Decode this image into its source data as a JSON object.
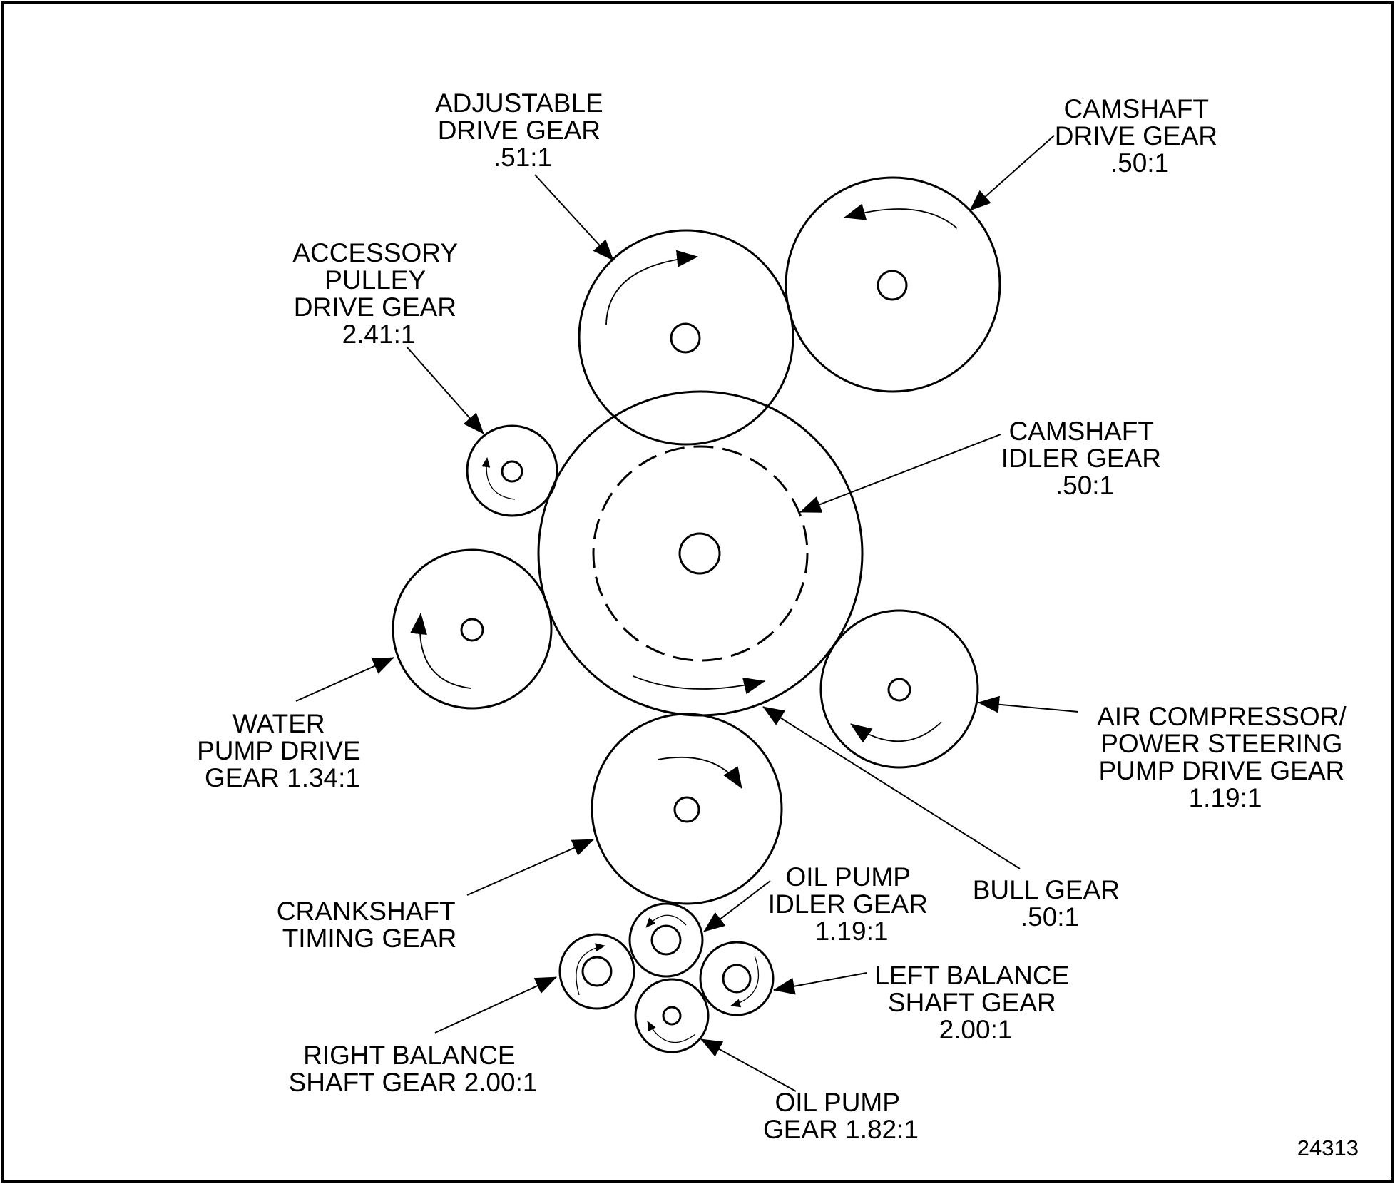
{
  "figure_number": "24313",
  "labels": {
    "adjustable_drive_gear": [
      "ADJUSTABLE",
      "DRIVE GEAR",
      ".51:1"
    ],
    "camshaft_drive_gear": [
      "CAMSHAFT",
      "DRIVE GEAR",
      ".50:1"
    ],
    "accessory_pulley_drive_gear": [
      "ACCESSORY",
      "PULLEY",
      "DRIVE GEAR",
      "2.41:1"
    ],
    "camshaft_idler_gear": [
      "CAMSHAFT",
      "IDLER GEAR",
      ".50:1"
    ],
    "water_pump_drive_gear": [
      "WATER",
      "PUMP DRIVE",
      "GEAR 1.34:1"
    ],
    "air_compressor_power_steering_pump_drive_gear": [
      "AIR COMPRESSOR/",
      "POWER STEERING",
      "PUMP DRIVE GEAR",
      "1.19:1"
    ],
    "bull_gear": [
      "BULL GEAR",
      ".50:1"
    ],
    "crankshaft_timing_gear": [
      "CRANKSHAFT",
      "TIMING GEAR"
    ],
    "oil_pump_idler_gear": [
      "OIL PUMP",
      "IDLER GEAR",
      "1.19:1"
    ],
    "left_balance_shaft_gear": [
      "LEFT BALANCE",
      "SHAFT GEAR",
      "2.00:1"
    ],
    "right_balance_shaft_gear": [
      "RIGHT BALANCE",
      "SHAFT GEAR 2.00:1"
    ],
    "oil_pump_gear": [
      "OIL PUMP",
      "GEAR 1.82:1"
    ]
  }
}
